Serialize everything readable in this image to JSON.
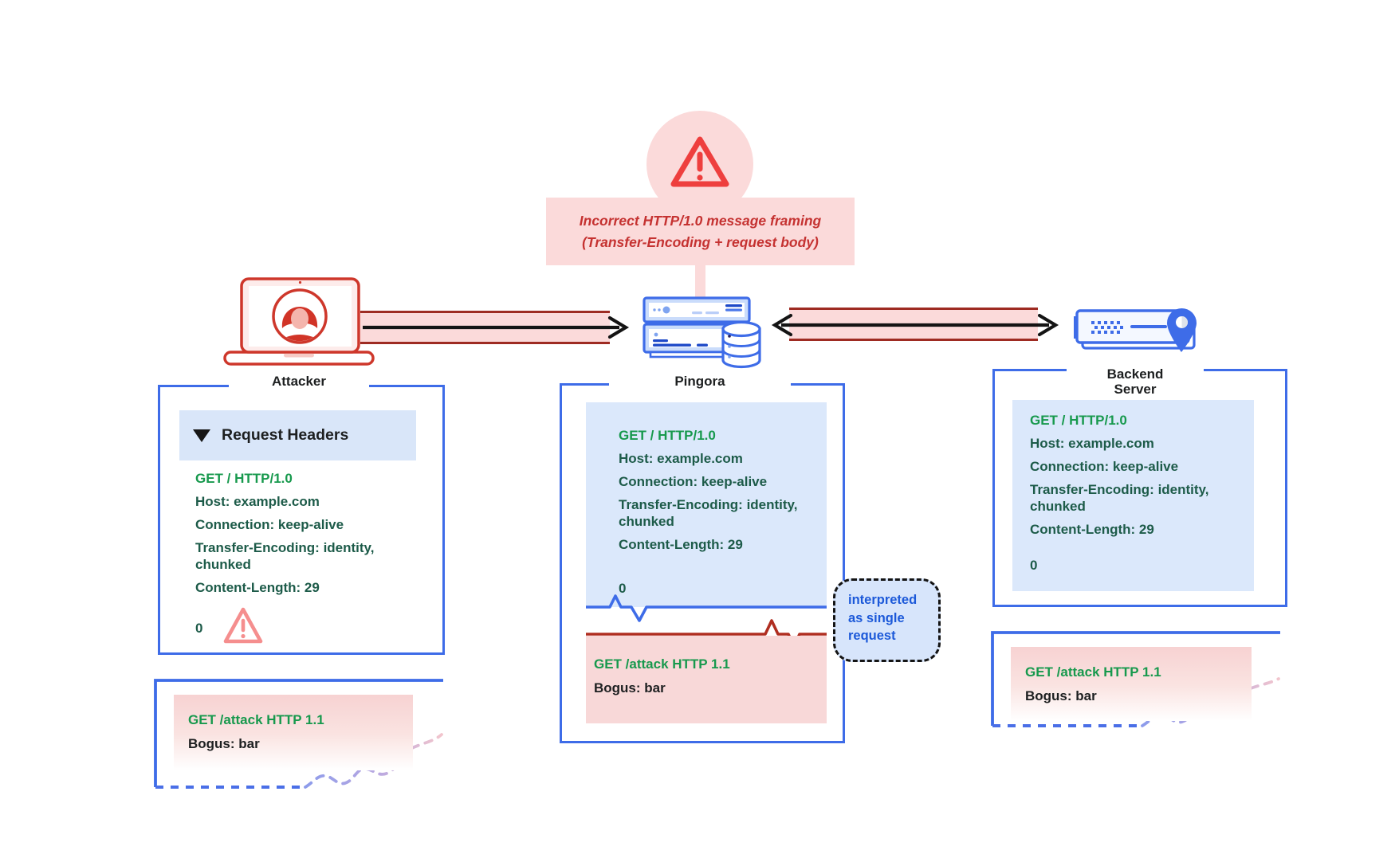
{
  "warning": {
    "line1": "Incorrect HTTP/1.0 message framing",
    "line2": "(Transfer-Encoding + request body)"
  },
  "labels": {
    "attacker": "Attacker",
    "pingora": "Pingora",
    "backend_line1": "Backend",
    "backend_line2": "Server",
    "request_headers": "Request Headers"
  },
  "request": {
    "request_line": "GET / HTTP/1.0",
    "host": "Host: example.com",
    "connection": "Connection: keep-alive",
    "transfer_encoding": "Transfer-Encoding: identity, chunked",
    "content_length": "Content-Length: 29",
    "chunk_terminator": "0"
  },
  "smuggled": {
    "request_line": "GET /attack HTTP 1.1",
    "header": "Bogus: bar"
  },
  "tooltip": {
    "line1": "interpreted",
    "line2": "as single",
    "line3": "request"
  },
  "colors": {
    "accent_red": "#e8413e",
    "dark_red_border": "#9e2b22",
    "pink_fill": "#fbdada",
    "blue_border": "#3e6ce8",
    "light_blue_fill": "#dbe8fb",
    "green_request_line": "#17994d",
    "dark_green_headers": "#1d5b49",
    "tooltip_text_blue": "#1c59d9",
    "warning_text_red": "#c53231"
  }
}
